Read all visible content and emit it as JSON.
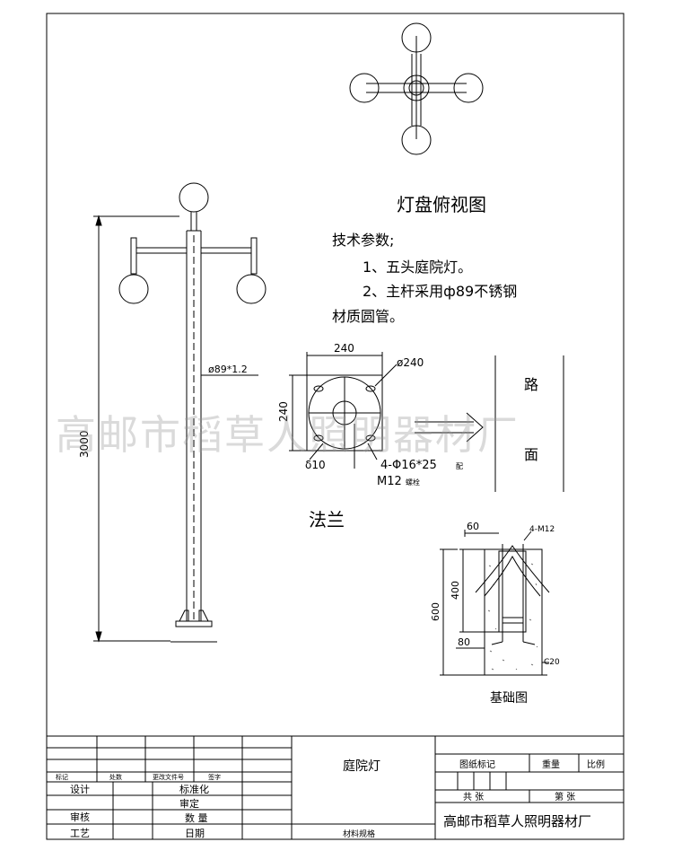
{
  "top_view": {
    "title": "灯盘俯视图"
  },
  "tech": {
    "heading": "技术参数;",
    "item1": "1、五头庭院灯。",
    "item2": "2、主杆采用ф89不锈钢",
    "item3": "材质圆管。"
  },
  "pole": {
    "diameter_label": "ø89*1.2",
    "height_label": "3000"
  },
  "flange": {
    "label": "法兰",
    "width": "240",
    "height": "240",
    "circle_dia": "ø240",
    "thickness": "δ10",
    "holes": "4-Φ16*25",
    "holes_suffix": "配",
    "bolt": "M12",
    "bolt_suffix": "螺栓"
  },
  "road": {
    "char1": "路",
    "char2": "面"
  },
  "foundation": {
    "label": "基础图",
    "top_width": "60",
    "bolt_spec": "4-M12",
    "depth_400": "400",
    "depth_600": "600",
    "offset_80": "80",
    "concrete": "C20"
  },
  "title_block": {
    "design": "设计",
    "review": "审核",
    "craft": "工艺",
    "standardize": "标准化",
    "approve": "审定",
    "quantity": "数  量",
    "date": "日期",
    "mark_col1": "标记",
    "mark_col2": "处数",
    "mark_col3": "更改文件号",
    "mark_col4": "签字",
    "product_name": "庭院灯",
    "material": "材料规格",
    "drawing_mark": "图纸标记",
    "weight": "重量",
    "scale": "比例",
    "total_sheets": "共  张",
    "sheet_no": "第  张",
    "company": "高邮市稻草人照明器材厂"
  },
  "watermark": "高邮市稻草人照明器材厂"
}
